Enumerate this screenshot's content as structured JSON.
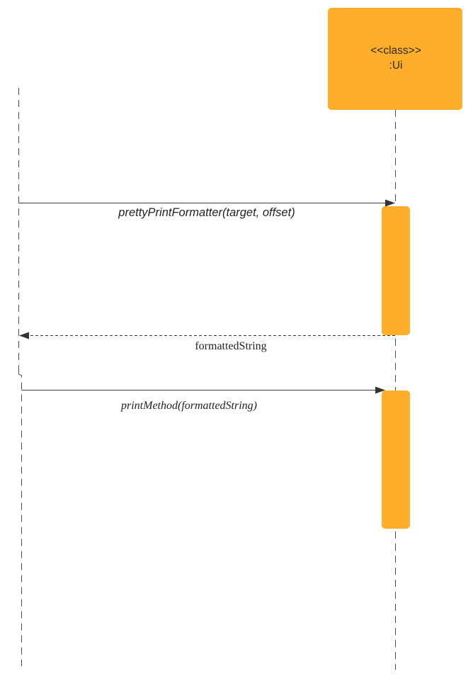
{
  "participant": {
    "stereotype": "<<class>>",
    "name": ":Ui",
    "fill_color": "#feae2a"
  },
  "messages": [
    {
      "label": "prettyPrintFormatter(target, offset)",
      "kind": "synchronous-call"
    },
    {
      "label": "formattedString",
      "kind": "return"
    },
    {
      "label": "printMethod(formattedString)",
      "kind": "synchronous-call"
    }
  ]
}
